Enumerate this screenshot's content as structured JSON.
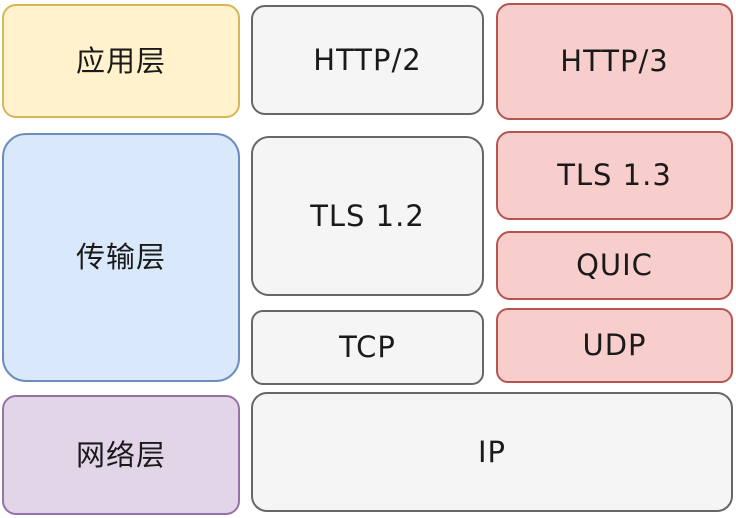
{
  "diagram": {
    "kind": "protocol-stack",
    "background": "#FFFFFF",
    "text_color": "#1A1A1A"
  },
  "palette": {
    "yellow": {
      "fill": "#FFF2CC",
      "stroke": "#D6B656"
    },
    "blue": {
      "fill": "#DAE8FC",
      "stroke": "#6C8EBF"
    },
    "purple": {
      "fill": "#E1D5E7",
      "stroke": "#9673A6"
    },
    "red": {
      "fill": "#F8CECC",
      "stroke": "#B85450"
    },
    "gray": {
      "fill": "#F5F5F5",
      "stroke": "#666666"
    }
  },
  "nodes": {
    "app_layer": {
      "label": "应用层",
      "color": "yellow"
    },
    "http2": {
      "label": "HTTP/2",
      "color": "gray"
    },
    "http3": {
      "label": "HTTP/3",
      "color": "red"
    },
    "transport_layer": {
      "label": "传输层",
      "color": "blue"
    },
    "tls12": {
      "label": "TLS 1.2",
      "color": "gray"
    },
    "tls13": {
      "label": "TLS 1.3",
      "color": "red"
    },
    "quic": {
      "label": "QUIC",
      "color": "red"
    },
    "tcp": {
      "label": "TCP",
      "color": "gray"
    },
    "udp": {
      "label": "UDP",
      "color": "red"
    },
    "network_layer": {
      "label": "网络层",
      "color": "purple"
    },
    "ip": {
      "label": "IP",
      "color": "gray"
    }
  }
}
